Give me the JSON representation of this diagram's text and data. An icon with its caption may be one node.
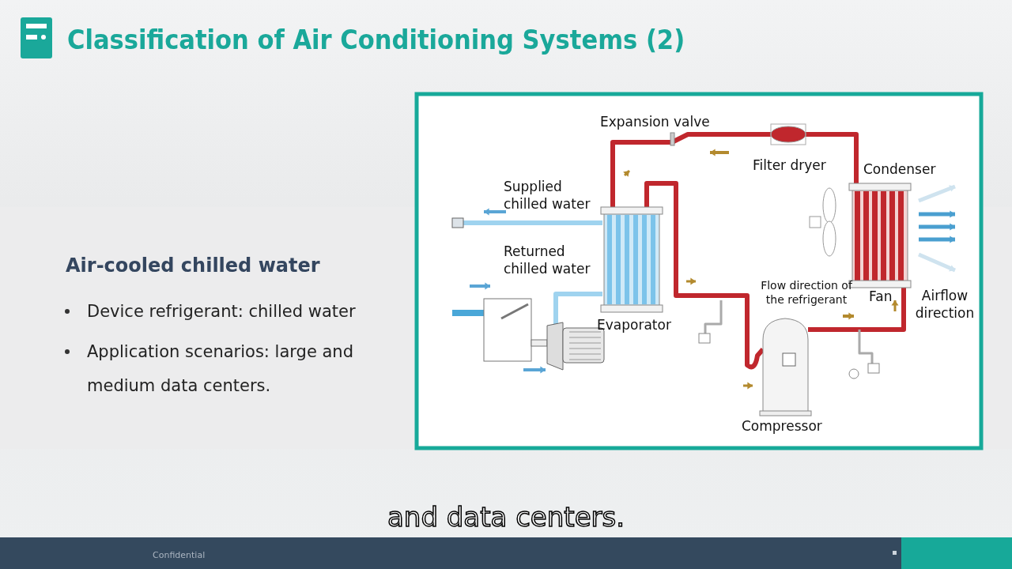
{
  "diagram": {
    "title": "Classification of Air Conditioning Systems (2)",
    "labels": [
      "Air-cooled chilled water",
      "Device refrigerant: chilled water",
      "Application scenarios: large and medium data centers.",
      "Expansion valve",
      "Filter dryer",
      "Condenser",
      "Supplied chilled water",
      "Returned chilled water",
      "Flow direction of the refrigerant",
      "Fan",
      "Airflow direction",
      "Evaporator",
      "Compressor",
      "and data centers.",
      "Confidential"
    ]
  }
}
